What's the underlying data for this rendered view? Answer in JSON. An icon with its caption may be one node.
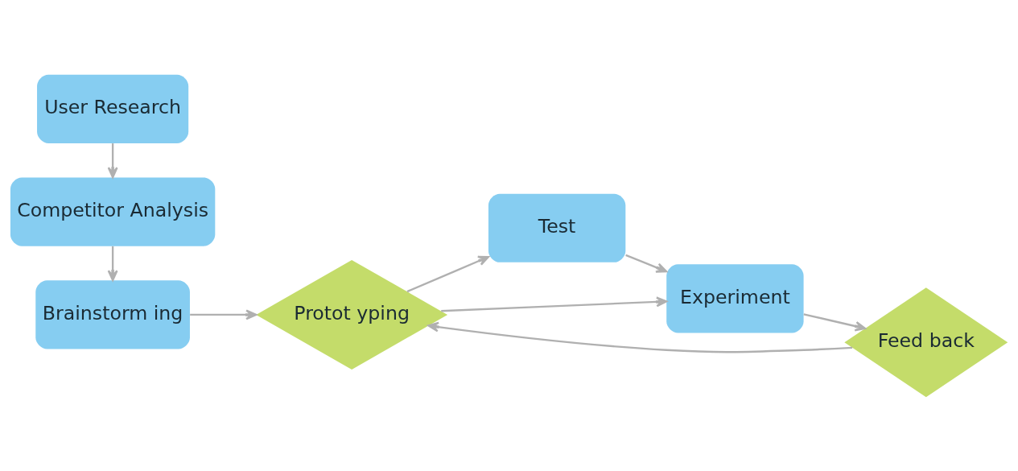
{
  "diagram": {
    "nodes": [
      {
        "text": [
          "User Research"
        ]
      },
      {
        "text": [
          "Competitor Analysis"
        ]
      },
      {
        "text": [
          "Brainstorm ing"
        ]
      },
      {
        "text": [
          "Protot yping"
        ]
      },
      {
        "text": [
          "Test"
        ]
      },
      {
        "text": [
          "Experiment"
        ]
      },
      {
        "text": [
          "Feed back"
        ]
      }
    ],
    "edges": [
      {
        "from": 0,
        "to": 1,
        "arrow": "to"
      },
      {
        "from": 1,
        "to": 2,
        "arrow": "to"
      },
      {
        "from": 2,
        "to": 3,
        "arrow": "to"
      },
      {
        "from": 3,
        "to": 4,
        "arrow": "to"
      },
      {
        "from": 4,
        "to": 5,
        "arrow": "to"
      },
      {
        "from": 3,
        "to": 5,
        "arrow": "to"
      },
      {
        "from": 5,
        "to": 6,
        "arrow": "to"
      },
      {
        "from": 6,
        "to": 3,
        "arrow": "to"
      }
    ]
  }
}
